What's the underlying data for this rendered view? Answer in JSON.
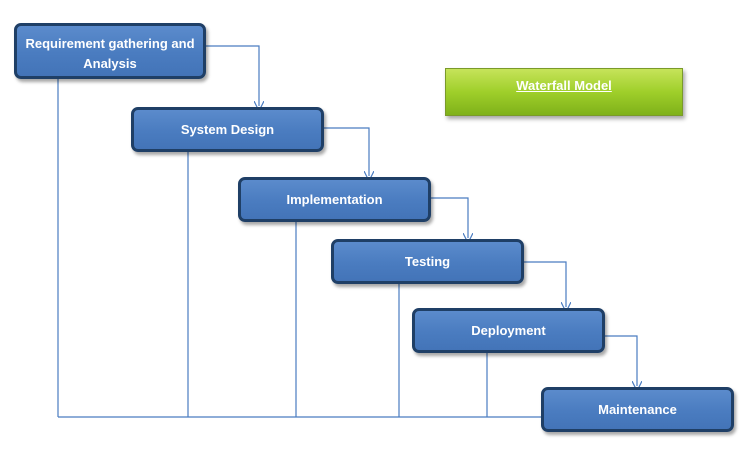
{
  "title_box": {
    "text": "Waterfall Model",
    "color": "#9fcf2a"
  },
  "stages": [
    {
      "label_line1": "Requirement gathering and",
      "label_line2": "Analysis"
    },
    {
      "label": "System Design"
    },
    {
      "label": "Implementation"
    },
    {
      "label": "Testing"
    },
    {
      "label": "Deployment"
    },
    {
      "label": "Maintenance"
    }
  ],
  "colors": {
    "stage_fill": "#4a7cc0",
    "stage_border": "#1f3f66",
    "connector": "#4a7cc0"
  }
}
